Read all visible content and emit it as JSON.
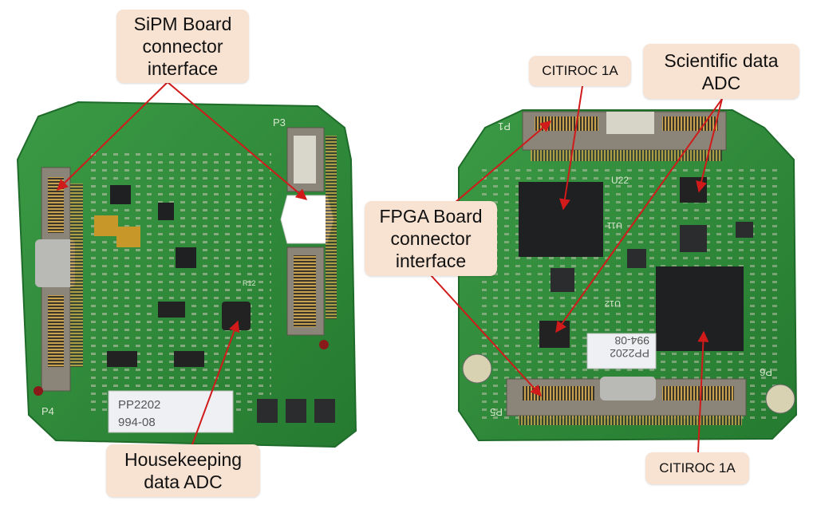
{
  "labels": {
    "sipm": {
      "lines": [
        "SiPM Board",
        "connector",
        "interface"
      ]
    },
    "fpga": {
      "lines": [
        "FPGA Board",
        "connector",
        "interface"
      ]
    },
    "housekeeping": {
      "lines": [
        "Housekeeping",
        "data ADC"
      ]
    },
    "scientific": {
      "lines": [
        "Scientific data",
        "ADC"
      ]
    },
    "citiroc_top": {
      "lines": [
        "CITIROC 1A"
      ]
    },
    "citiroc_bottom": {
      "lines": [
        "CITIROC 1A"
      ]
    }
  },
  "left_board": {
    "sticker_line1": "PP2202",
    "sticker_line2": "994-08",
    "silkscreen": {
      "p3": "P3",
      "p4": "P4",
      "r12": "R12"
    }
  },
  "right_board": {
    "sticker_line1": "PP2202",
    "sticker_line2": "994-08",
    "silkscreen": {
      "p1": "P1",
      "p5": "P5",
      "p6": "P6",
      "u22": "U22",
      "u11": "U11",
      "u12": "U12"
    }
  },
  "colors": {
    "pcb": "#2f8a3a",
    "pcb_dark": "#1f6b2a",
    "pcb_edge": "#2a7a33",
    "callout_bg": "#f8e2d2",
    "arrow": "#d11a1a",
    "chip": "#1e2022",
    "connector": "#8a8578"
  }
}
